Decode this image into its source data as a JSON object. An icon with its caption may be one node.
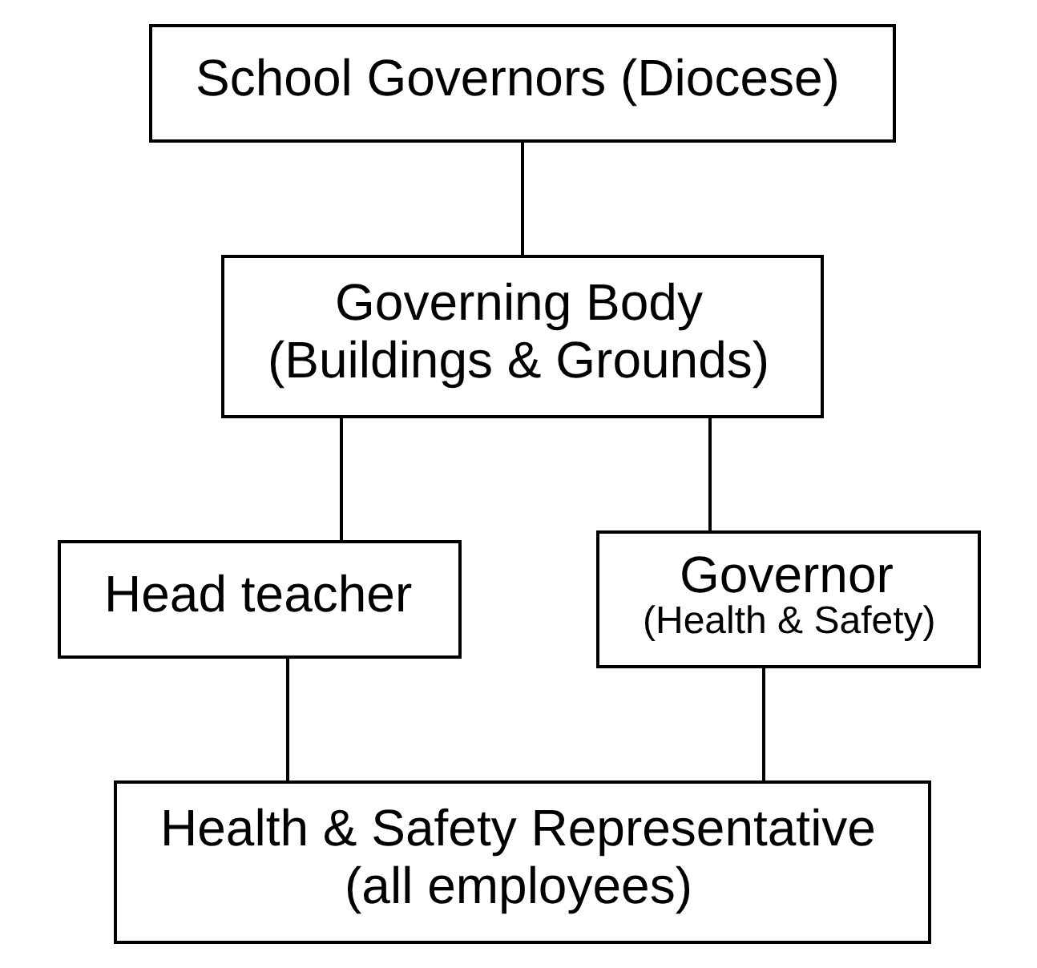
{
  "diagram": {
    "nodes": [
      {
        "text": [
          "School Governors (Diocese)"
        ]
      },
      {
        "text": [
          "Governing Body (Buildings & Grounds)"
        ]
      },
      {
        "text": [
          "Head teacher"
        ]
      },
      {
        "text": [
          "Governor",
          "(Health & Safety)"
        ]
      },
      {
        "text": [
          "Health & Safety Representative (all employees)"
        ]
      }
    ],
    "edges": [
      {
        "from": 0,
        "to": 1,
        "arrow": "none"
      },
      {
        "from": 1,
        "to": 2,
        "arrow": "none"
      },
      {
        "from": 1,
        "to": 3,
        "arrow": "none"
      },
      {
        "from": 2,
        "to": 4,
        "arrow": "none"
      },
      {
        "from": 3,
        "to": 4,
        "arrow": "none"
      }
    ]
  }
}
